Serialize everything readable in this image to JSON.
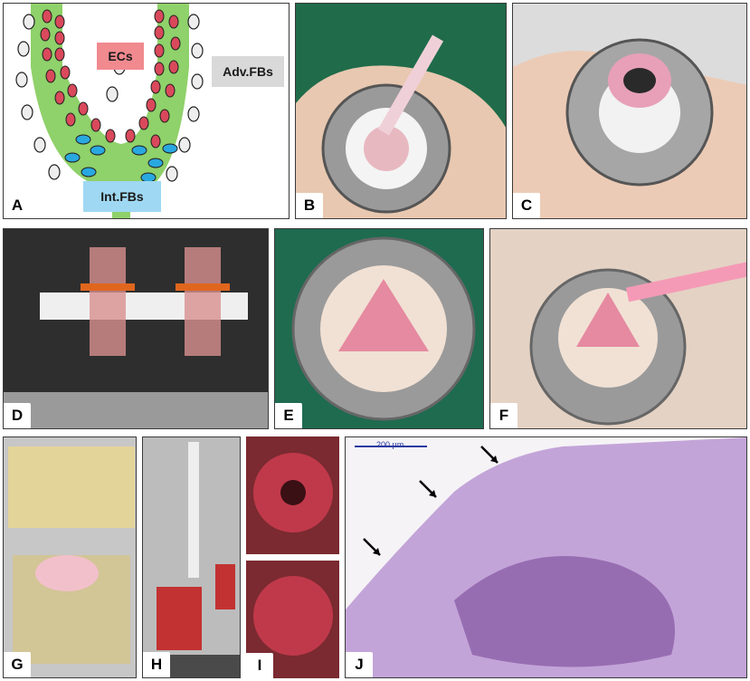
{
  "figure": {
    "panels": {
      "A": {
        "label": "A",
        "tags": {
          "ecs": "ECs",
          "adv": "Adv.FBs",
          "int": "Int.FBs"
        }
      },
      "B": {
        "label": "B"
      },
      "C": {
        "label": "C"
      },
      "D": {
        "label": "D"
      },
      "E": {
        "label": "E"
      },
      "F": {
        "label": "F"
      },
      "G": {
        "label": "G"
      },
      "H": {
        "label": "H"
      },
      "I": {
        "label": "I"
      },
      "J": {
        "label": "J",
        "scale_bar": "200 μm"
      }
    },
    "colors": {
      "ecs_tag": "#f08a8f",
      "adv_tag": "#d9d9d9",
      "int_tag": "#9fd8f2",
      "tissue_green": "#8fd16a",
      "he_purple": "#b58fce"
    }
  }
}
